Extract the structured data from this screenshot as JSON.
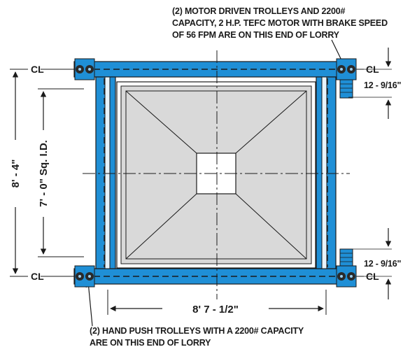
{
  "notes": {
    "top": [
      "(2) MOTOR DRIVEN TROLLEYS AND 2200#",
      "CAPACITY, 2 H.P. TEFC MOTOR WITH BRAKE SPEED",
      "OF 56 FPM ARE ON THIS END OF LORRY"
    ],
    "bottom": [
      "(2) HAND PUSH TROLLEYS WITH A 2200# CAPACITY",
      "ARE ON THIS END OF LORRY"
    ]
  },
  "dimensions": {
    "overall_height": "8' - 4\"",
    "inner_dim": "7' - 0\" Sq. I.D.",
    "width": "8'  7 - 1/2\"",
    "offset_top": "12 - 9/16\"",
    "offset_bottom": "12 - 9/16\""
  },
  "centerline": "CL",
  "colors": {
    "frame": "#1f8fd6",
    "hopper": "#d9d9d9",
    "line": "#1a1a1a"
  }
}
